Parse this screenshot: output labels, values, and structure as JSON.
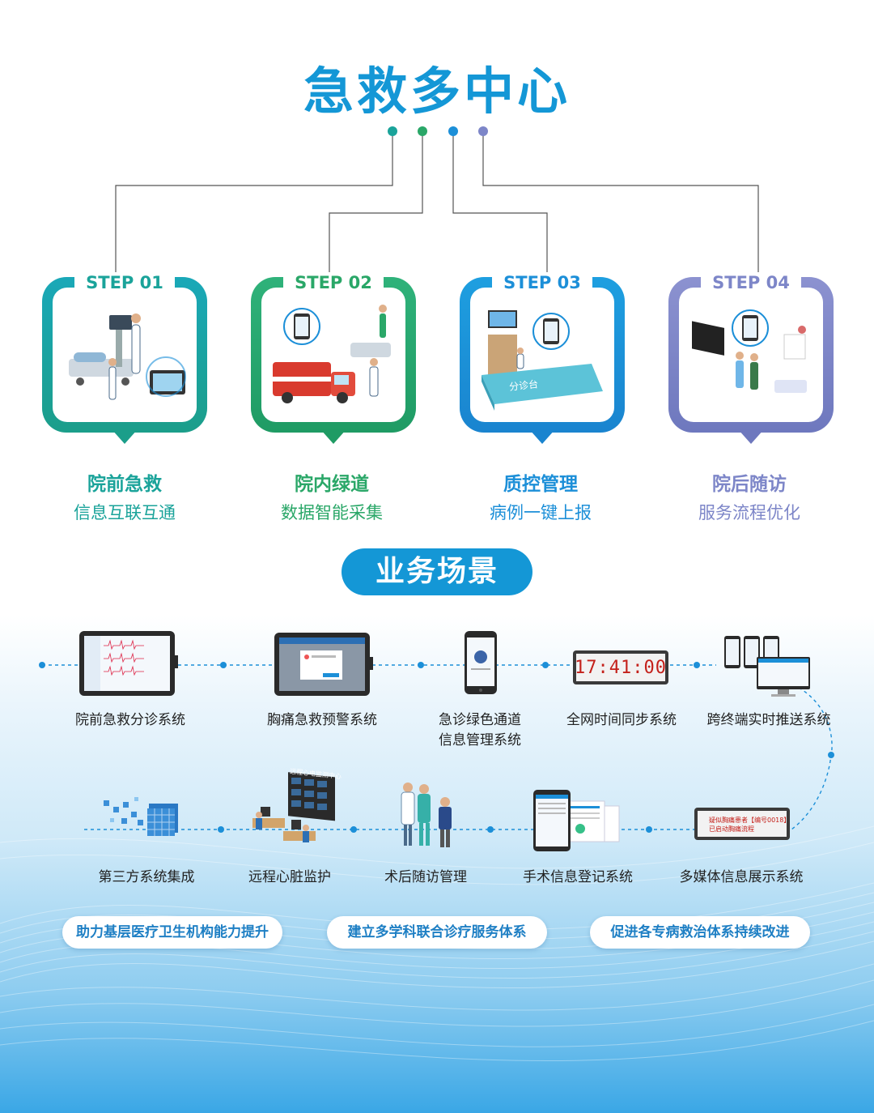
{
  "title": "急救多中心",
  "colors": {
    "primary": "#1497d6",
    "step1": "#1aa39a",
    "step2": "#2aa768",
    "step3": "#1c8fd8",
    "step4": "#7d86c8"
  },
  "steps": [
    {
      "label": "STEP 01",
      "title": "院前急救",
      "subtitle": "信息互联互通"
    },
    {
      "label": "STEP 02",
      "title": "院内绿道",
      "subtitle": "数据智能采集"
    },
    {
      "label": "STEP 03",
      "title": "质控管理",
      "subtitle": "病例一键上报",
      "desk_text": "分诊台"
    },
    {
      "label": "STEP 04",
      "title": "院后随访",
      "subtitle": "服务流程优化"
    }
  ],
  "banner": "业务场景",
  "systems_row1": [
    {
      "label": "院前急救分诊系统",
      "icon": "tablet-ecg-icon"
    },
    {
      "label": "胸痛急救预警系统",
      "icon": "tablet-alert-icon"
    },
    {
      "label": "急诊绿色通道\n信息管理系统",
      "icon": "phone-app-icon"
    },
    {
      "label": "全网时间同步系统",
      "icon": "led-clock-icon",
      "clock": "17:41:00"
    },
    {
      "label": "跨终端实时推送系统",
      "icon": "multi-device-icon"
    }
  ],
  "systems_row2": [
    {
      "label": "第三方系统集成",
      "icon": "cube-integration-icon"
    },
    {
      "label": "远程心脏监护",
      "icon": "monitor-center-icon",
      "screen_text": "远程心电监测中心"
    },
    {
      "label": "术后随访管理",
      "icon": "doctors-patient-icon"
    },
    {
      "label": "手术信息登记系统",
      "icon": "tablet-forms-icon"
    },
    {
      "label": "多媒体信息展示系统",
      "icon": "led-display-icon",
      "display_line1": "疑似胸痛患者【编号0018】",
      "display_line2": "已启动胸痛流程"
    }
  ],
  "pills": [
    "助力基层医疗卫生机构能力提升",
    "建立多学科联合诊疗服务体系",
    "促进各专病救治体系持续改进"
  ]
}
